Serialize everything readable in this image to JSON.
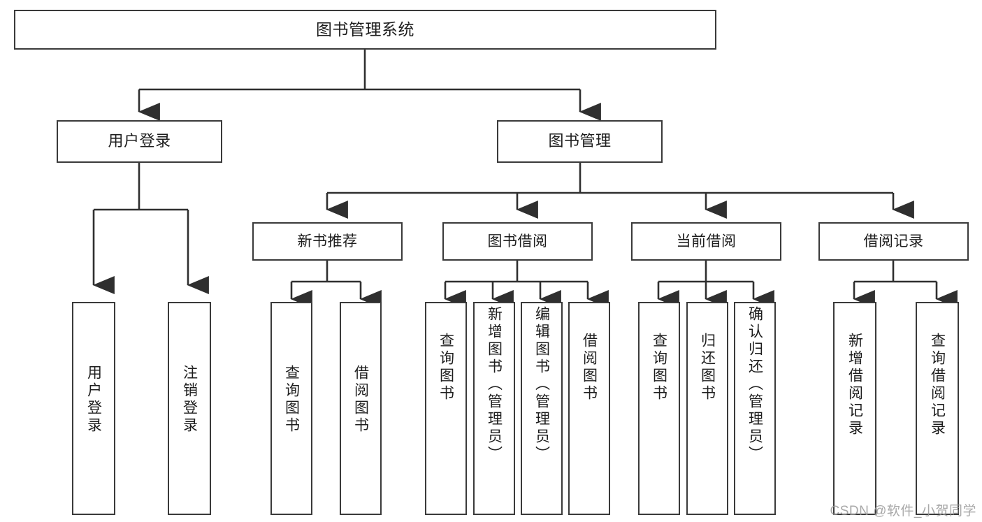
{
  "diagram": {
    "title": "图书管理系统",
    "type": "tree",
    "watermark": "CSDN @软件_小贺同学",
    "stroke_color": "#3a3a3a",
    "background_color": "#ffffff",
    "text_color": "#1d1d1d",
    "watermark_color": "#9a9a9a"
  },
  "nodes": {
    "root": {
      "label": "图书管理系统"
    },
    "level2": [
      {
        "label": "用户登录"
      },
      {
        "label": "图书管理"
      }
    ],
    "level3": [
      {
        "label": "新书推荐"
      },
      {
        "label": "图书借阅"
      },
      {
        "label": "当前借阅"
      },
      {
        "label": "借阅记录"
      }
    ],
    "leaves": {
      "user_login": [
        {
          "label": "用户登录"
        },
        {
          "label": "注销登录"
        }
      ],
      "new_book_recommend": [
        {
          "label": "查询图书"
        },
        {
          "label": "借阅图书"
        }
      ],
      "book_borrow": [
        {
          "label": "查询图书"
        },
        {
          "label": "新增图书（管理员）"
        },
        {
          "label": "编辑图书（管理员）"
        },
        {
          "label": "借阅图书"
        }
      ],
      "current_borrow": [
        {
          "label": "查询图书"
        },
        {
          "label": "归还图书"
        },
        {
          "label": "确认归还（管理员）"
        }
      ],
      "borrow_record": [
        {
          "label": "新增借阅记录"
        },
        {
          "label": "查询借阅记录"
        }
      ]
    }
  }
}
